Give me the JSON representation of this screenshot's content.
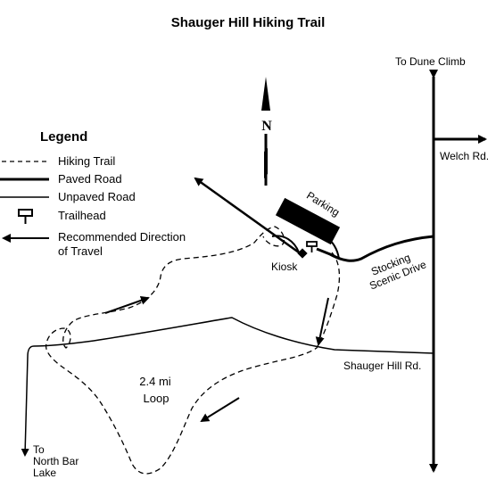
{
  "title": "Shauger  Hill Hiking Trail",
  "compass": {
    "letter": "N",
    "icon": "north-arrow-icon"
  },
  "legend": {
    "title": "Legend",
    "items": [
      {
        "key": "hiking-trail",
        "label": "Hiking Trail",
        "icon": "dashed-line"
      },
      {
        "key": "paved-road",
        "label": "Paved Road",
        "icon": "thick-line"
      },
      {
        "key": "unpaved-road",
        "label": "Unpaved Road",
        "icon": "thin-line"
      },
      {
        "key": "trailhead",
        "label": "Trailhead",
        "icon": "trailhead-icon"
      },
      {
        "key": "direction",
        "label_line1": "Recommended Direction",
        "label_line2": "of Travel",
        "icon": "arrow-left-icon"
      }
    ]
  },
  "labels": {
    "to_dune_climb": "To Dune Climb",
    "welch_rd": "Welch Rd.",
    "parking": "Parking",
    "kiosk": "Kiosk",
    "stocking_line1": "Stocking",
    "stocking_line2": "Scenic Drive",
    "shauger_hill_rd": "Shauger Hill Rd.",
    "loop_line1": "2.4 mi",
    "loop_line2": "Loop",
    "to_north_bar_line1": "To",
    "to_north_bar_line2": "North Bar",
    "to_north_bar_line3": "Lake"
  },
  "colors": {
    "ink": "#000000",
    "background": "#ffffff"
  }
}
